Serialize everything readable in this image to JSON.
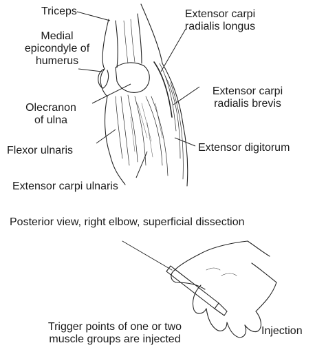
{
  "labels": {
    "triceps": "Triceps",
    "medial_epicondyle": [
      "Medial",
      "epicondyle of",
      "humerus"
    ],
    "olecranon": [
      "Olecranon",
      "of ulna"
    ],
    "flexor_ulnaris": "Flexor ulnaris",
    "extensor_carpi_ulnaris": "Extensor carpi ulnaris",
    "extensor_carpi_radialis_longus": [
      "Extensor carpi",
      "radialis longus"
    ],
    "extensor_carpi_radialis_brevis": [
      "Extensor carpi",
      "radialis brevis"
    ],
    "extensor_digitorum": "Extensor digitorum"
  },
  "captions": {
    "dissection": "Posterior view, right elbow, superficial dissection",
    "trigger_points": [
      "Trigger points of one or two",
      "muscle groups are injected"
    ],
    "injection": "Injection"
  },
  "illustrations": {
    "elbow": "posterior-elbow-muscles-drawing",
    "hand": "hand-holding-syringe-drawing"
  }
}
